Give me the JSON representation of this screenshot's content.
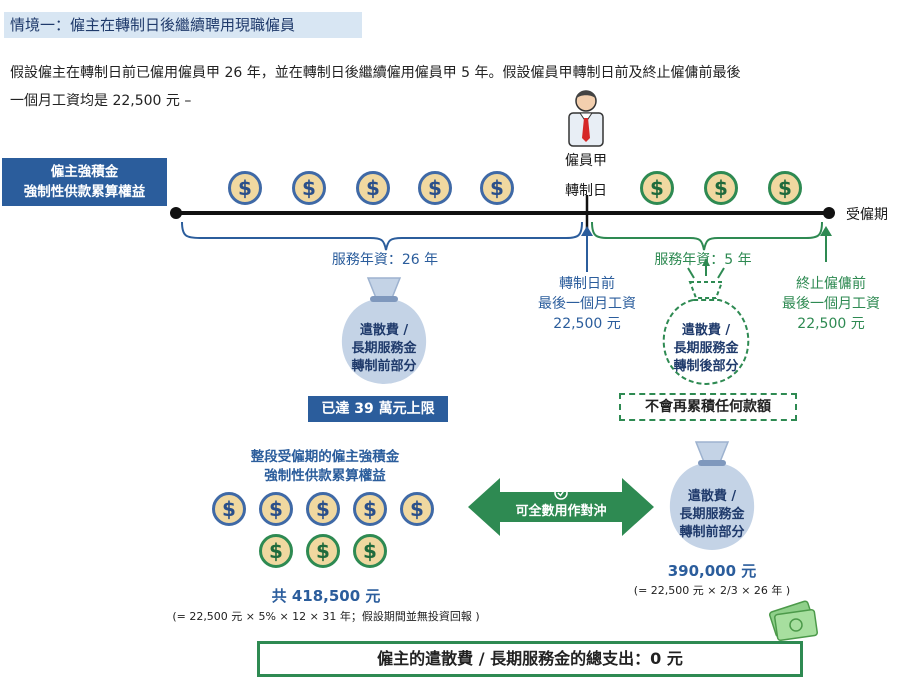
{
  "header": {
    "title": "情境一：僱主在轉制日後繼續聘用現職僱員",
    "intro_line1": "假設僱主在轉制日前已僱用僱員甲 26 年，並在轉制日後繼續僱用僱員甲 5 年。假設僱員甲轉制日前及終止僱傭前最後",
    "intro_line2": "一個月工資均是 22,500 元 –"
  },
  "timeline": {
    "label_line1": "僱主強積金",
    "label_line2": "強制性供款累算權益",
    "employee": "僱員甲",
    "transition_day": "轉制日",
    "end_label": "受僱期",
    "service_before": "服務年資：26 年",
    "service_after": "服務年資：5 年",
    "before_wage_line1": "轉制日前",
    "before_wage_line2": "最後一個月工資",
    "before_wage_amount": "22,500 元",
    "end_wage_line1": "終止僱傭前",
    "end_wage_line2": "最後一個月工資",
    "end_wage_amount": "22,500 元"
  },
  "bags": {
    "pre_line1": "遣散費 /",
    "pre_line2": "長期服務金",
    "pre_line3": "轉制前部分",
    "post_line1": "遣散費 /",
    "post_line2": "長期服務金",
    "post_line3": "轉制後部分",
    "cap_label": "已達 39 萬元上限",
    "no_accum_label": "不會再累積任何款額",
    "right_line1": "遣散費 /",
    "right_line2": "長期服務金",
    "right_line3": "轉制前部分",
    "right_amount": "390,000 元",
    "right_formula": "(= 22,500 元 × 2/3 × 26 年 )"
  },
  "bottom": {
    "left_title_line1": "整段受僱期的僱主強積金",
    "left_title_line2": "強制性供款累算權益",
    "left_total": "共 418,500 元",
    "left_formula": "(= 22,500 元 × 5% × 12 × 31 年；假設期間並無投資回報 )",
    "offset_label": "可全數用作對沖",
    "total_text": "僱主的遣散費 / 長期服務金的總支出：0 元"
  },
  "coin_symbol": "$",
  "colors": {
    "blue": "#2b5d9c",
    "green": "#2e8a52",
    "coin_fill": "#f0d8a0",
    "title_bg": "#d8e6f3"
  }
}
